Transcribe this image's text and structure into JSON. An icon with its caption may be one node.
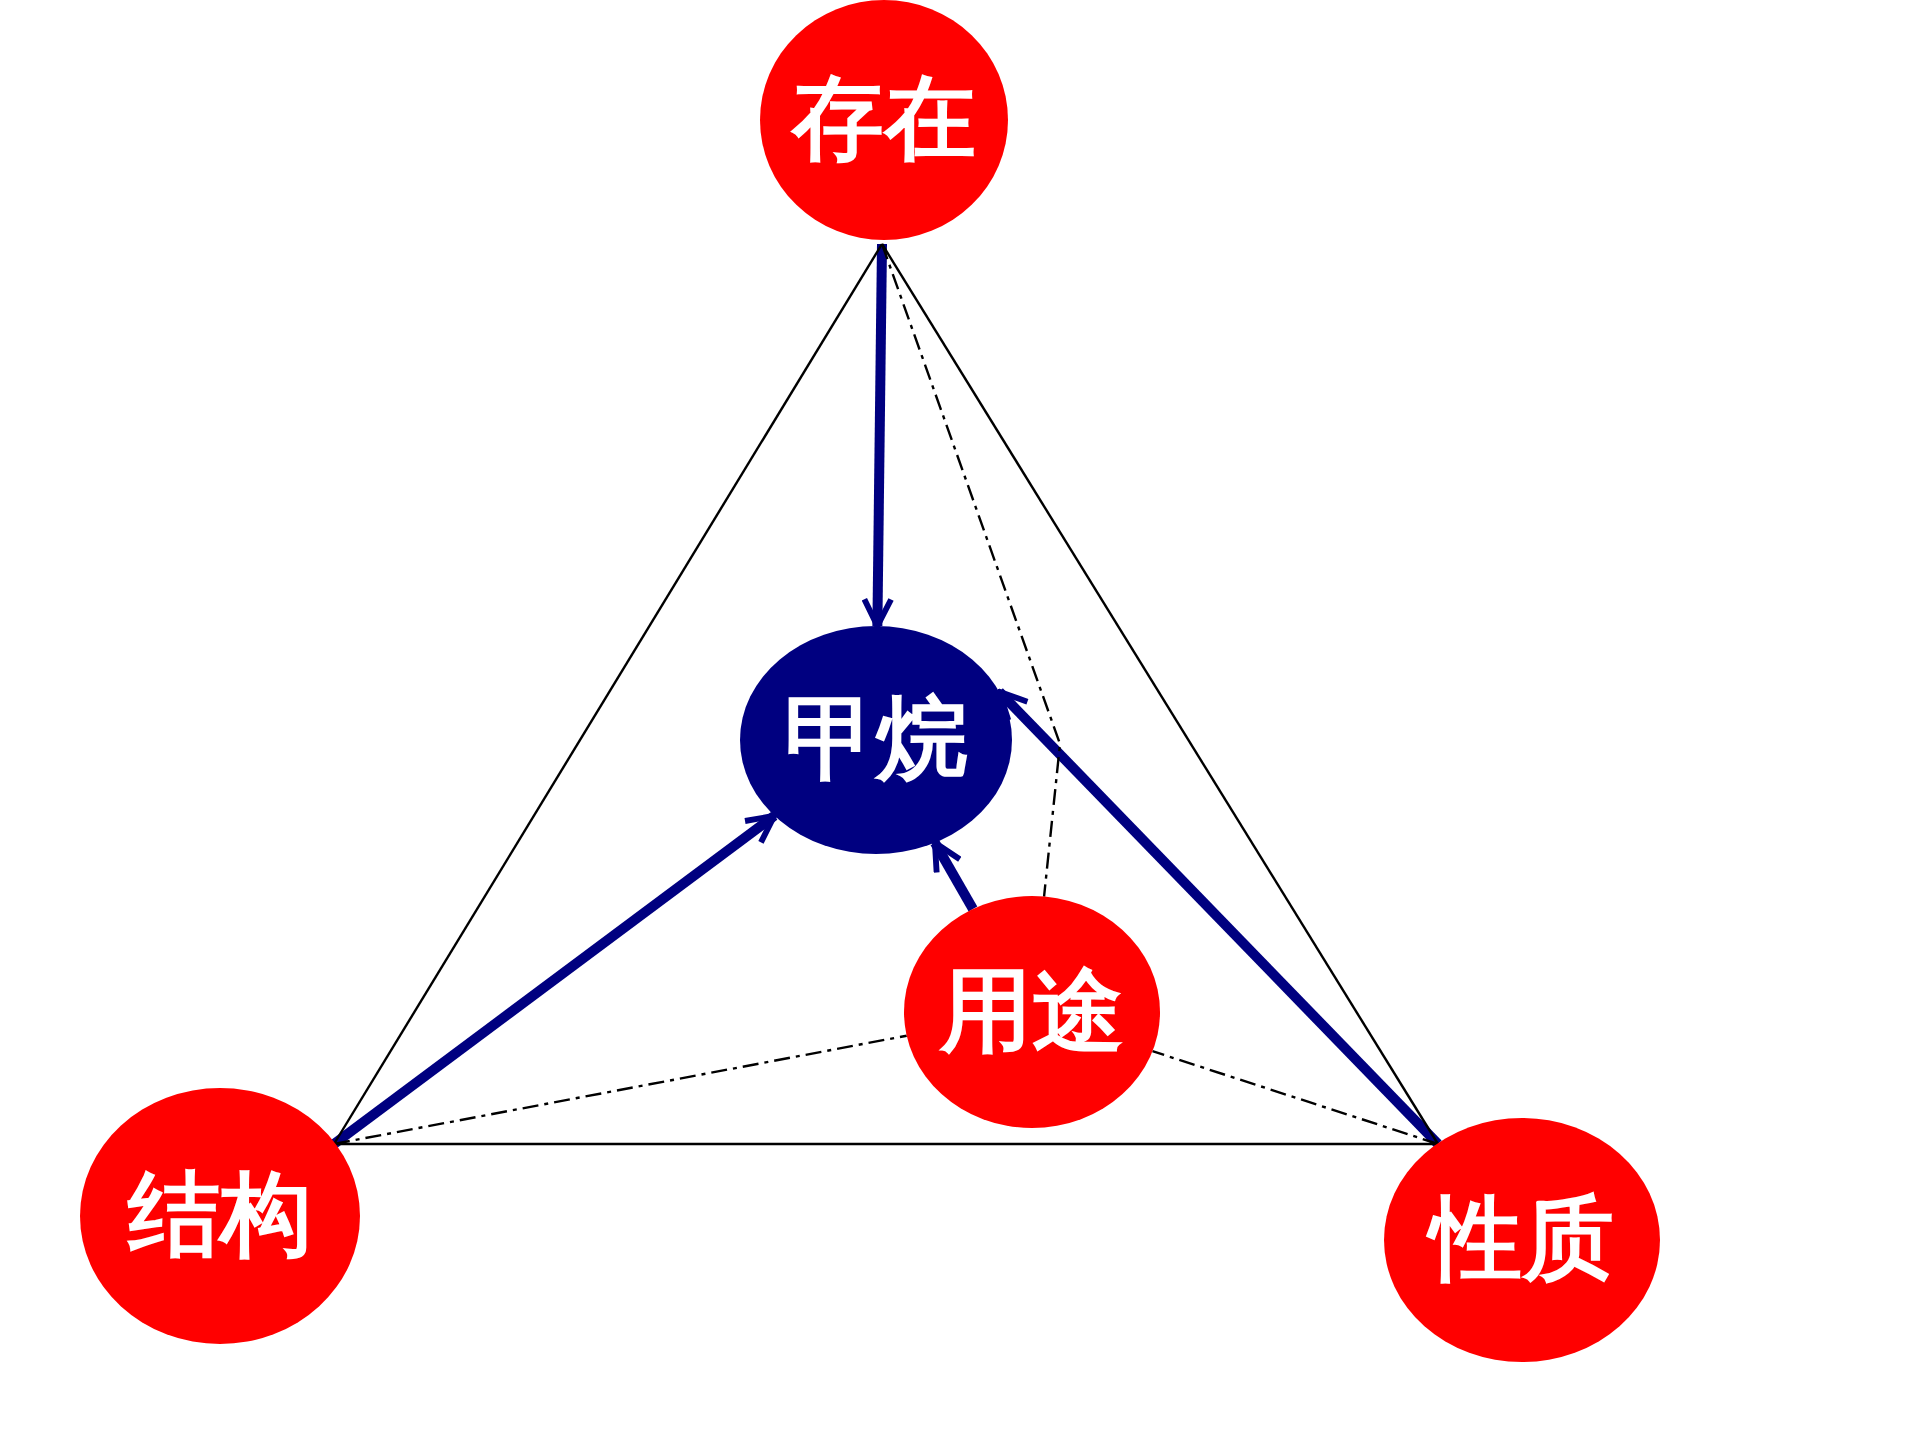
{
  "diagram": {
    "nodes": [
      {
        "text": [
          "存在"
        ]
      },
      {
        "text": [
          "甲烷"
        ]
      },
      {
        "text": [
          "用途"
        ]
      },
      {
        "text": [
          "结构"
        ]
      },
      {
        "text": [
          "性质"
        ]
      }
    ],
    "edges": [
      {
        "from": 0,
        "to": 1,
        "arrow": "to",
        "style": "thick",
        "color": "#000080"
      },
      {
        "from": 3,
        "to": 1,
        "arrow": "to",
        "style": "thick",
        "color": "#000080"
      },
      {
        "from": 4,
        "to": 1,
        "arrow": "to",
        "style": "thick",
        "color": "#000080"
      },
      {
        "from": 2,
        "to": 1,
        "arrow": "to",
        "style": "thick",
        "color": "#000080"
      },
      {
        "from": 0,
        "to": 3,
        "arrow": "none"
      },
      {
        "from": 0,
        "to": 4,
        "arrow": "none"
      },
      {
        "from": 3,
        "to": 4,
        "arrow": "none"
      },
      {
        "from": 0,
        "to": 2,
        "arrow": "none",
        "style": "dashed"
      },
      {
        "from": 3,
        "to": 2,
        "arrow": "none",
        "style": "dashed"
      },
      {
        "from": 4,
        "to": 2,
        "arrow": "none",
        "style": "dashed"
      }
    ]
  }
}
